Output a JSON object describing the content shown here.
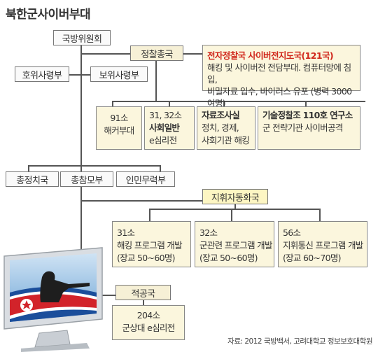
{
  "title": "북한군사이버부대",
  "nodes": {
    "kukbang": "국방위원회",
    "jeongchal": "정찰총국",
    "howi": "호위사령부",
    "bowi": "보위사령부",
    "jeonja": {
      "name": "전자정찰국 사이버전지도국(121국)",
      "desc1": "해킹 및 사이버전 전담부대. 컴퓨터망에 침입,",
      "desc2": "비밀자료 입수, 바이러스 유포 (병력 3000여명)"
    },
    "unit91": {
      "name": "91소",
      "desc": "해커부대"
    },
    "unit3132": {
      "name": "31, 32소",
      "desc1": "사회일반",
      "desc2": "e심리전"
    },
    "jaryo": {
      "name": "자료조사실",
      "desc1": "정치, 경제,",
      "desc2": "사회기관 해킹"
    },
    "gisul": {
      "name": "기술정찰조 110호 연구소",
      "desc": "군 전략기관 사이버공격"
    },
    "chongjeong": "총정치국",
    "chongcham": "총참모부",
    "inmin": "인민무력부",
    "jihwi": "지휘자동화국",
    "unit31": {
      "name": "31소",
      "desc1": "해킹 프로그램 개발",
      "desc2": "(장교 50~60명)"
    },
    "unit32": {
      "name": "32소",
      "desc1": "군관련 프로그램 개발",
      "desc2": "(장교 50~60명)"
    },
    "unit56": {
      "name": "56소",
      "desc1": "지휘통신 프로그램 개발",
      "desc2": "(장교 60~70명)"
    },
    "jeokgong": "적공국",
    "unit204": {
      "name": "204소",
      "desc": "군상대 e심리전"
    }
  },
  "source": "자료: 2012 국방백서, 고려대학교 정보보호대학원",
  "colors": {
    "title_red": "#d0251a",
    "box_yellow": "#fdf6c3",
    "box_beige": "#f6f0d6",
    "line": "#555555",
    "flag_red": "#d2232a",
    "flag_blue": "#1b4e9b"
  },
  "icons": [
    "computer-monitor-icon",
    "soldier-silhouette-icon",
    "north-korea-flag-icon"
  ]
}
